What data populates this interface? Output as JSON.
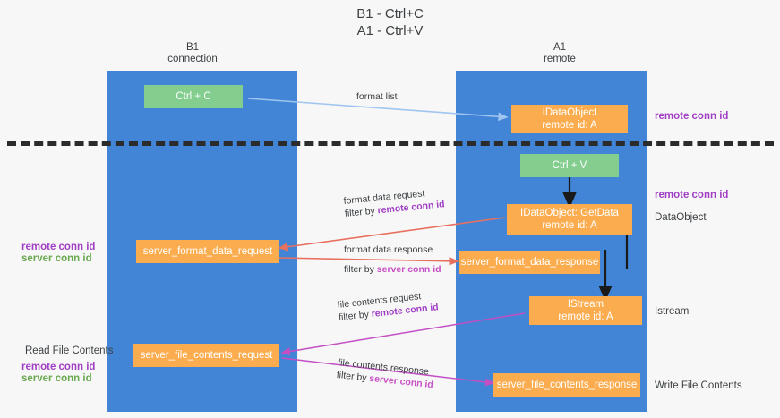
{
  "title": {
    "line1": "B1 - Ctrl+C",
    "line2": "A1 - Ctrl+V"
  },
  "columns": [
    {
      "name": "B1",
      "sub": "connection"
    },
    {
      "name": "A1",
      "sub": "remote"
    }
  ],
  "nodes": {
    "ctrl_c": "Ctrl + C",
    "idataobject_title": "IDataObject",
    "idataobject_sub": "remote id: A",
    "ctrl_v": "Ctrl + V",
    "getdata_title": "IDataObject::GetData",
    "getdata_sub": "remote id: A",
    "server_format_data_request": "server_format_data_request",
    "server_format_data_response": "server_format_data_response",
    "istream_title": "IStream",
    "istream_sub": "remote id: A",
    "server_file_contents_request": "server_file_contents_request",
    "server_file_contents_response": "server_file_contents_response"
  },
  "edges": {
    "format_list": "format list",
    "format_data_request": "format data request",
    "format_data_request_filter_prefix": "filter by ",
    "format_data_request_filter_key": "remote conn id",
    "format_data_response": "format data response",
    "format_data_response_filter_prefix": "filter by ",
    "format_data_response_filter_key": "server conn id",
    "file_contents_request": "file contents request",
    "file_contents_request_filter_prefix": "filter by ",
    "file_contents_request_filter_key": "remote conn id",
    "file_contents_response": "file contents response",
    "file_contents_response_filter_prefix": "filter by ",
    "file_contents_response_filter_key": "server conn id"
  },
  "annotations": {
    "right_remote_conn_id_top": "remote conn id",
    "right_remote_conn_id_mid": "remote conn id",
    "right_dataobject": "DataObject",
    "right_istream": "Istream",
    "right_write_file_contents": "Write File Contents",
    "left_remote_conn_id": "remote conn id",
    "left_server_conn_id": "server conn id",
    "left_read_file_contents": "Read File Contents",
    "left_remote_conn_id_2": "remote conn id",
    "left_server_conn_id_2": "server conn id"
  },
  "colors": {
    "lane": "#4285d6",
    "green_node": "#83ce8e",
    "orange_node": "#fbac4e",
    "purple_text": "#a13fc4",
    "green_text": "#6aa84f",
    "pink_text": "#c84fc4",
    "blue_arrow": "#9fc5f0",
    "red_arrow": "#e8705f",
    "magenta_arrow": "#c44fc4",
    "black_arrow": "#1a1a1a",
    "background": "#f7f7f7"
  }
}
